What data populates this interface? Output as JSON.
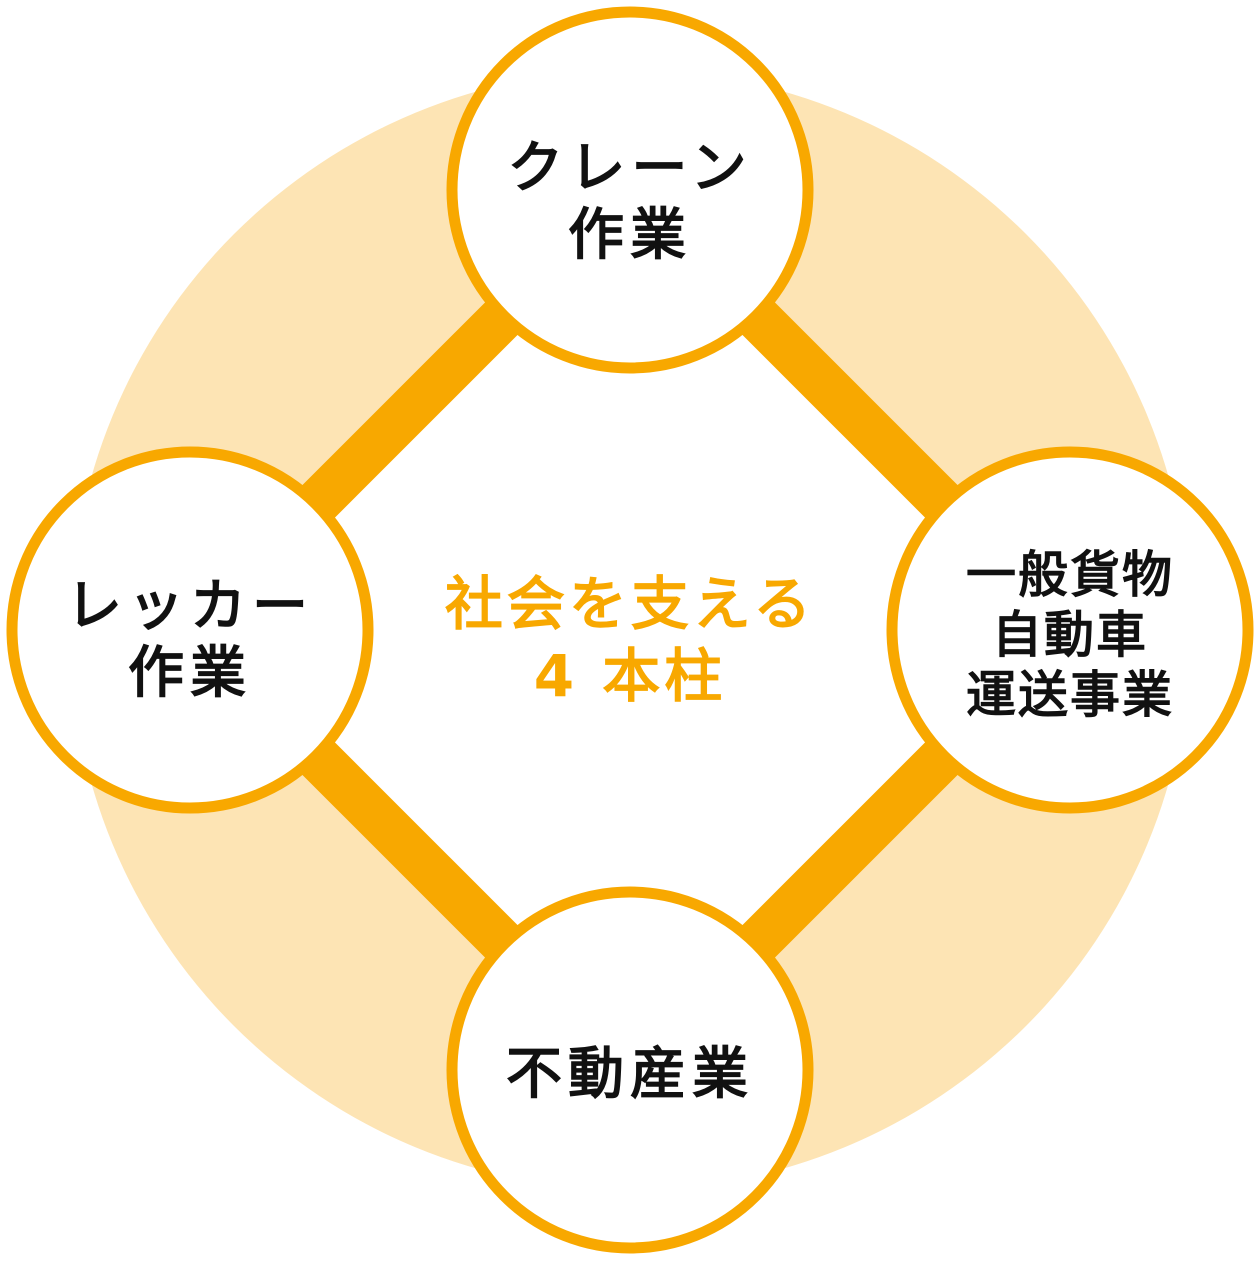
{
  "colors": {
    "accent": "#F8A800",
    "background_ring": "#FDE4B4",
    "node_fill": "#FFFFFF",
    "text": "#111111"
  },
  "center": {
    "line1": "社会を支える",
    "line2": "4 本柱"
  },
  "nodes": {
    "top": {
      "lines": [
        "クレーン",
        "作業"
      ]
    },
    "left": {
      "lines": [
        "レッカー",
        "作業"
      ]
    },
    "right": {
      "lines": [
        "一般貨物",
        "自動車",
        "運送事業"
      ]
    },
    "bottom": {
      "lines": [
        "不動産業"
      ]
    }
  }
}
